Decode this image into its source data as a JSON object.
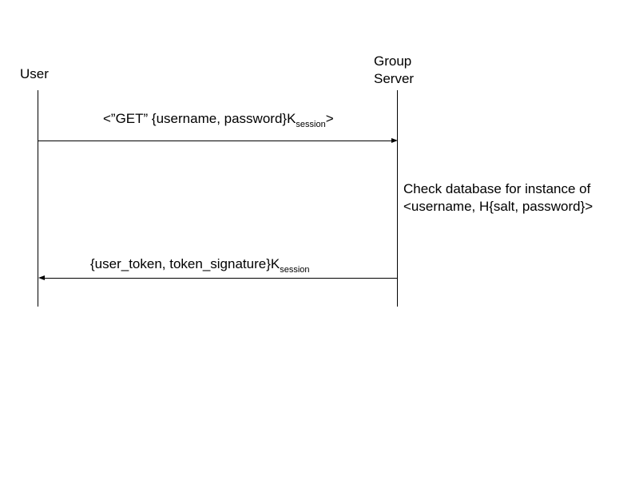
{
  "participants": {
    "user": "User",
    "server_line1": "Group",
    "server_line2": "Server"
  },
  "messages": {
    "request": {
      "prefix": "<”GET” {username, password}K",
      "subscript": "session",
      "suffix": ">"
    },
    "response": {
      "prefix": "{user_token, token_signature}K",
      "subscript": "session",
      "suffix": ""
    }
  },
  "server_note": {
    "line1": "Check database for instance of",
    "line2": "<username, H{salt, password}>"
  }
}
